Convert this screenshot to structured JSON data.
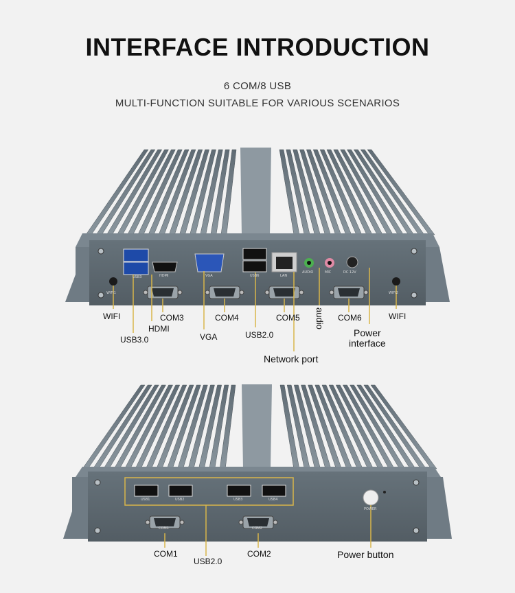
{
  "header": {
    "title": "INTERFACE INTRODUCTION",
    "subtitle_line1": "6 COM/8 USB",
    "subtitle_line2": "MULTI-FUNCTION SUITABLE FOR VARIOUS SCENARIOS"
  },
  "top_device": {
    "labels": {
      "wifi_left": "WIFI",
      "usb30": "USB3.0",
      "hdmi": "HDMI",
      "com3": "COM3",
      "vga": "VGA",
      "com4": "COM4",
      "usb20": "USB2.0",
      "com5": "COM5",
      "network": "Network port",
      "audio": "audio",
      "com6": "COM6",
      "power_line1": "Power",
      "power_line2": "interface",
      "wifi_right": "WIFI"
    },
    "panel_text": {
      "wifi1": "WIFI1",
      "usb3": "USB3",
      "hdmi": "HDMI",
      "vga": "VGA",
      "usb6": "USB6",
      "lan": "LAN",
      "audio": "AUDIO",
      "mic": "MIC",
      "dc": "DC 12V",
      "wifi2": "WIFI2"
    }
  },
  "bottom_device": {
    "labels": {
      "com1": "COM1",
      "usb20": "USB2.0",
      "com2": "COM2",
      "power_button": "Power button"
    },
    "panel_text": {
      "usb1": "USB1",
      "usb2": "USB2",
      "usb3": "USB3",
      "usb4": "USB4",
      "com1": "COM1",
      "com2": "COM2",
      "power": "POWER"
    }
  },
  "colors": {
    "background": "#f2f2f2",
    "chassis": "#6d7a84",
    "panel": "#5a646b",
    "callout": "#d9b64a"
  }
}
